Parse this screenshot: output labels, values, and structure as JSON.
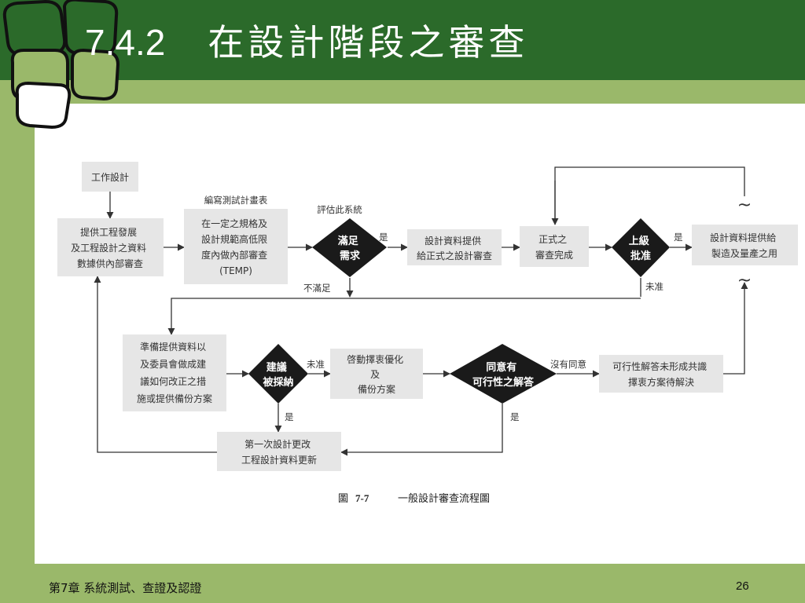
{
  "slide": {
    "title_number": "7.4.2",
    "title_text": "在設計階段之審查",
    "footer_chapter": "第7章 系統測試、查證及認證",
    "page_number": "26"
  },
  "diagram": {
    "nodes": {
      "work_design": [
        "工作設計"
      ],
      "provide_docs": [
        "提供工程發展",
        "及工程設計之資料",
        "數據供內部審查"
      ],
      "temp_title": "編寫測試計畫表",
      "temp": [
        "在一定之規格及",
        "設計規範高低限",
        "度內做內部審查",
        "(TEMP)"
      ],
      "evaluate_label": "評估此系統",
      "meet_req": [
        "滿足",
        "需求"
      ],
      "provide_formal": [
        "設計資料提供",
        "給正式之設計審查"
      ],
      "formal_done": [
        "正式之",
        "審查完成"
      ],
      "approve": [
        "上級",
        "批准"
      ],
      "production": [
        "設計資料提供給",
        "製造及量產之用"
      ],
      "prepare": [
        "準備提供資料以",
        "及委員會做成建",
        "議如何改正之措",
        "施或提供備份方案"
      ],
      "accept": [
        "建議",
        "被採納"
      ],
      "optimize": [
        "啓動擇衷優化",
        "及",
        "備份方案"
      ],
      "agree": [
        "同意有",
        "可行性之解答"
      ],
      "unresolved": [
        "可行性解答未形成共識",
        "擇衷方案待解決"
      ],
      "revision": [
        "第一次設計更改",
        "工程設計資料更新"
      ]
    },
    "edge_labels": {
      "yes_meet": "是",
      "not_meet": "不滿足",
      "yes_approve": "是",
      "not_approve": "未准",
      "not_accept": "未准",
      "yes_accept": "是",
      "no_agree": "沒有同意",
      "yes_agree": "是"
    },
    "break_mark": "~",
    "caption_prefix": "圖",
    "caption_number": "7-7",
    "caption_text": "一般設計審查流程圖"
  },
  "colors": {
    "header_green": "#2b6a2a",
    "background_green": "#9ab86a",
    "box_fill": "#e6e6e6",
    "diamond_fill": "#1a1a1a"
  }
}
